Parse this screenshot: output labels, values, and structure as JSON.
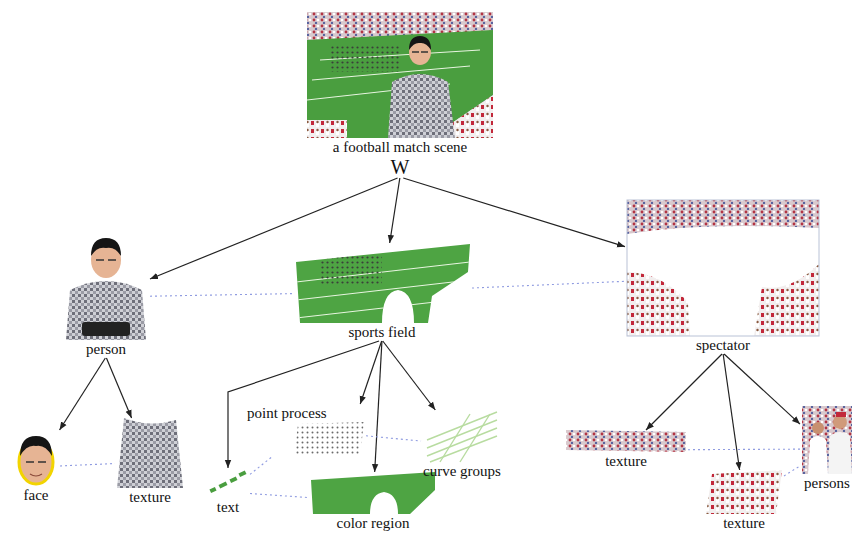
{
  "diagram": {
    "nodes": [
      {
        "text": [
          "a football match scene",
          "W"
        ]
      },
      {
        "text": [
          "person"
        ]
      },
      {
        "text": [
          "sports field"
        ]
      },
      {
        "text": [
          "spectator"
        ]
      },
      {
        "text": [
          "face"
        ]
      },
      {
        "text": [
          "texture"
        ]
      },
      {
        "text": [
          "point process"
        ]
      },
      {
        "text": [
          "text"
        ]
      },
      {
        "text": [
          "curve groups"
        ]
      },
      {
        "text": [
          "color region"
        ]
      },
      {
        "text": [
          "texture"
        ]
      },
      {
        "text": [
          "texture"
        ]
      },
      {
        "text": [
          "persons"
        ]
      }
    ],
    "edges": [
      {
        "from": 0,
        "to": 1,
        "arrow": "to"
      },
      {
        "from": 0,
        "to": 2,
        "arrow": "to"
      },
      {
        "from": 0,
        "to": 3,
        "arrow": "to"
      },
      {
        "from": 1,
        "to": 4,
        "arrow": "to"
      },
      {
        "from": 1,
        "to": 5,
        "arrow": "to"
      },
      {
        "from": 2,
        "to": 6,
        "arrow": "to"
      },
      {
        "from": 2,
        "to": 7,
        "arrow": "to"
      },
      {
        "from": 2,
        "to": 8,
        "arrow": "to"
      },
      {
        "from": 2,
        "to": 9,
        "arrow": "to"
      },
      {
        "from": 3,
        "to": 10,
        "arrow": "to"
      },
      {
        "from": 3,
        "to": 11,
        "arrow": "to"
      },
      {
        "from": 3,
        "to": 12,
        "arrow": "to"
      },
      {
        "from": 1,
        "to": 2,
        "arrow": "none"
      },
      {
        "from": 2,
        "to": 3,
        "arrow": "none"
      },
      {
        "from": 4,
        "to": 5,
        "arrow": "none"
      },
      {
        "from": 7,
        "to": 6,
        "arrow": "none"
      },
      {
        "from": 7,
        "to": 9,
        "arrow": "none"
      },
      {
        "from": 6,
        "to": 8,
        "arrow": "none"
      },
      {
        "from": 10,
        "to": 12,
        "arrow": "none"
      },
      {
        "from": 11,
        "to": 12,
        "arrow": "none"
      }
    ]
  }
}
